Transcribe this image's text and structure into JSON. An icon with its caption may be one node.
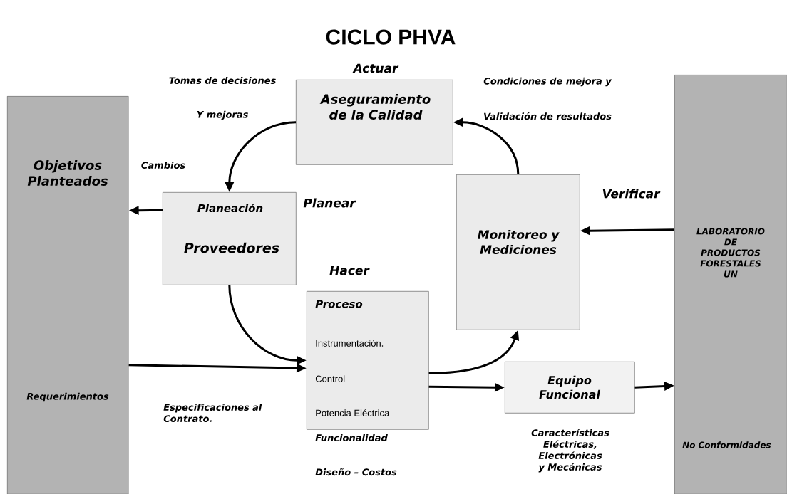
{
  "diagram": {
    "title": "CICLO PHVA",
    "nodes": [
      {
        "text": [
          "Objetivos Planteados",
          "Requerimientos"
        ]
      },
      {
        "text": [
          "Aseguramiento de la Calidad"
        ],
        "beside": [
          "Actuar"
        ]
      },
      {
        "text": [
          "Planeación",
          "Proveedores"
        ],
        "beside": [
          "Planear"
        ]
      },
      {
        "text": [
          "Proceso",
          "Instrumentación.",
          "Control",
          "Potencia Eléctrica"
        ],
        "beside": [
          "Hacer",
          "Funcionalidad",
          "Diseño – Costos"
        ]
      },
      {
        "text": [
          "Monitoreo y Mediciones"
        ]
      },
      {
        "text": [
          "Equipo Funcional"
        ],
        "beside": [
          "Características Eléctricas, Electrónicas y Mecánicas"
        ]
      },
      {
        "text": [
          "LABORATORIO DE PRODUCTOS FORESTALES UN",
          "No Conformidades"
        ]
      }
    ],
    "edges": [
      {
        "from": 1,
        "to": 2,
        "arrow": "to"
      },
      {
        "from": 2,
        "to": 0,
        "arrow": "to"
      },
      {
        "from": 2,
        "to": 3,
        "arrow": "to"
      },
      {
        "from": 0,
        "to": 3,
        "arrow": "to"
      },
      {
        "from": 3,
        "to": 4,
        "arrow": "to"
      },
      {
        "from": 3,
        "to": 5,
        "arrow": "to"
      },
      {
        "from": 5,
        "to": 6,
        "arrow": "to"
      },
      {
        "from": 6,
        "to": 4,
        "arrow": "to"
      },
      {
        "from": 4,
        "to": 1,
        "arrow": "to"
      }
    ],
    "labels": [
      "Verificar",
      "Tomas de decisiones",
      "Y mejoras",
      "Cambios",
      "Condiciones de mejora y",
      "Validación de resultados",
      "Especificaciones al Contrato."
    ]
  }
}
